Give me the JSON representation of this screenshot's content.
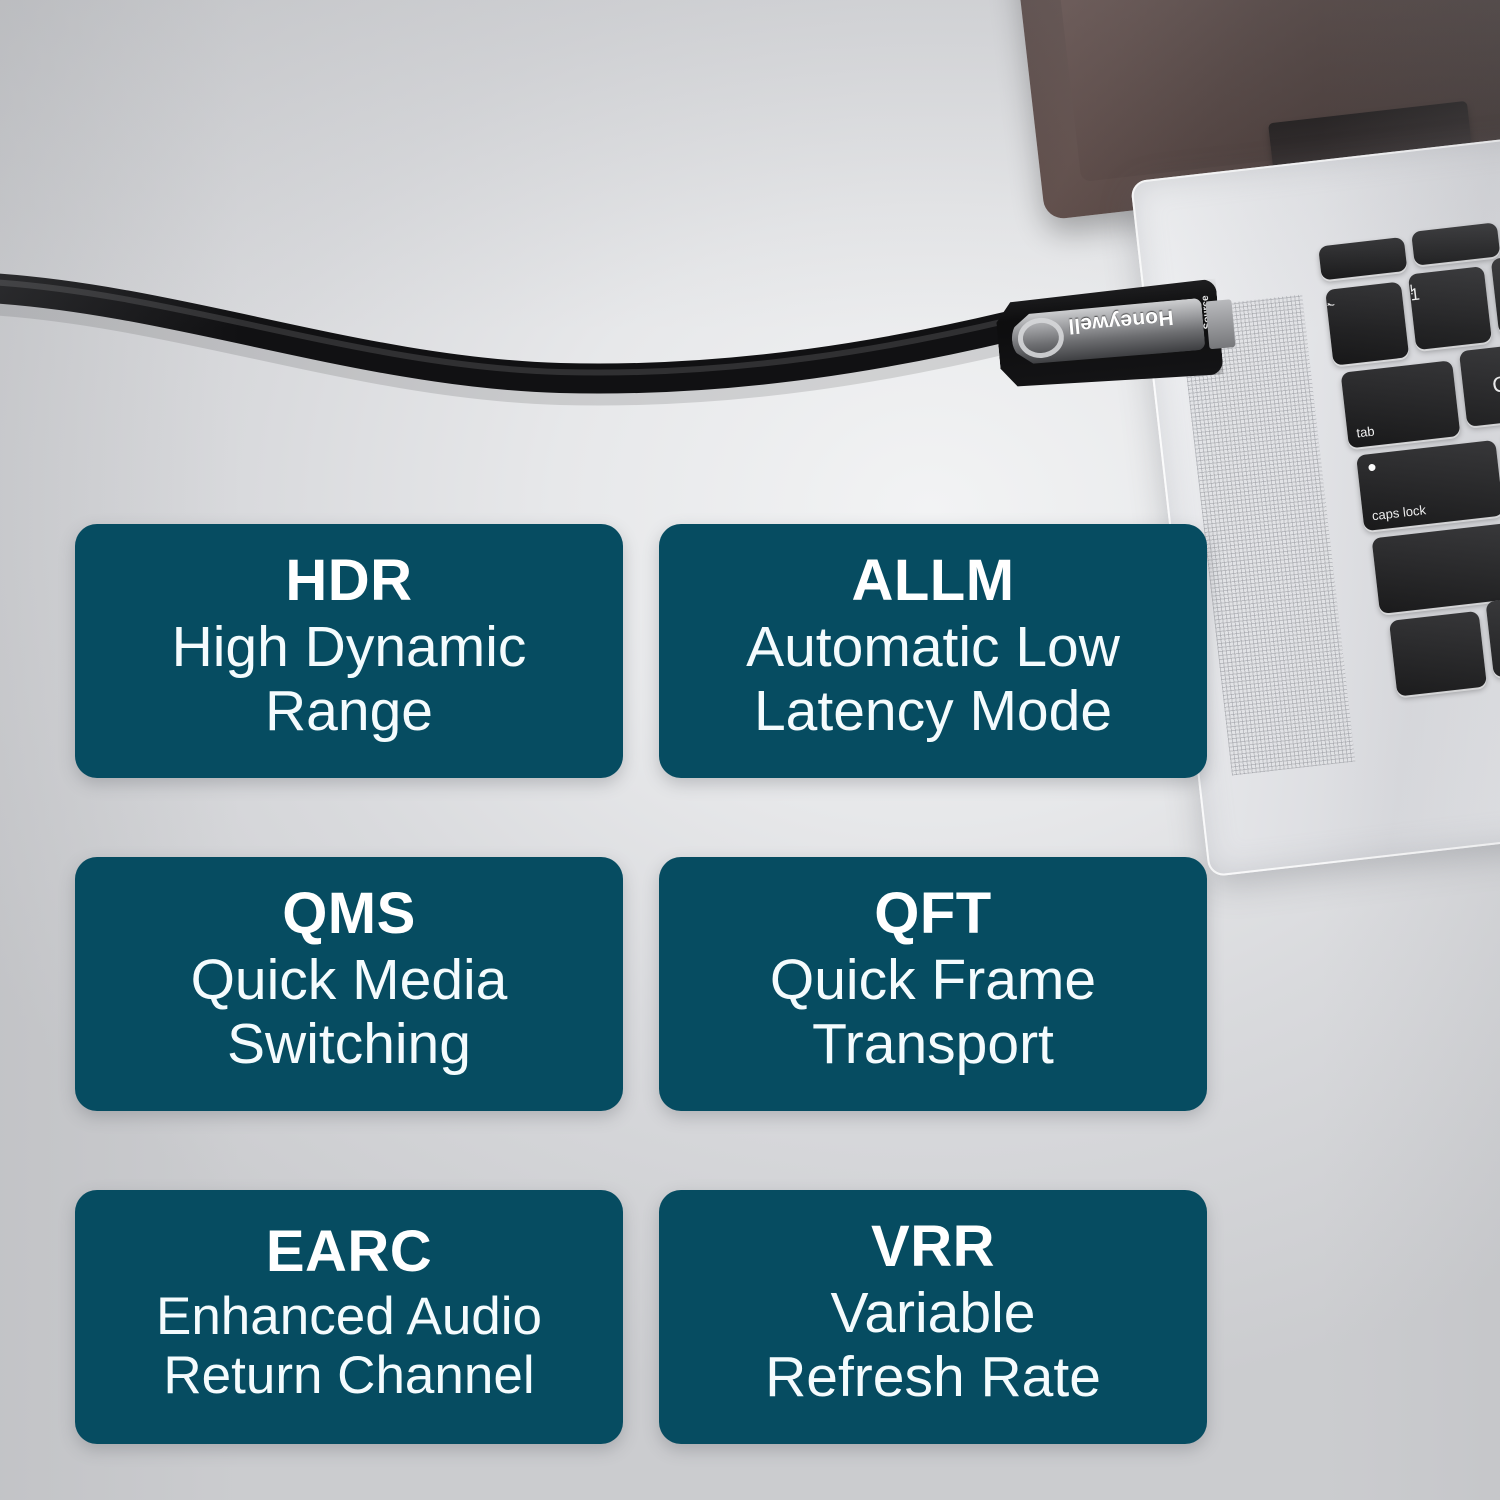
{
  "scene": {
    "background_color": "#dcdde0",
    "accent_color": "#064c61",
    "text_color": "#ffffff"
  },
  "product": {
    "brand": "Honeywell",
    "connector_port_label": "Source"
  },
  "laptop": {
    "keys": [
      {
        "name": "tilde-key",
        "top_legend": "~",
        "bottom_legend": "`"
      },
      {
        "name": "one-key",
        "top_legend": "!",
        "bottom_legend": "1"
      },
      {
        "name": "tab-key",
        "label": "tab"
      },
      {
        "name": "caps-lock-key",
        "label": "caps lock"
      },
      {
        "name": "q-key",
        "label": "Q"
      }
    ]
  },
  "features": [
    {
      "abbr": "HDR",
      "desc": "High Dynamic\nRange",
      "size": "lg"
    },
    {
      "abbr": "ALLM",
      "desc": "Automatic Low\nLatency Mode",
      "size": "lg"
    },
    {
      "abbr": "QMS",
      "desc": "Quick Media\nSwitching",
      "size": "lg"
    },
    {
      "abbr": "QFT",
      "desc": "Quick Frame\nTransport",
      "size": "lg"
    },
    {
      "abbr": "EARC",
      "desc": "Enhanced Audio\nReturn Channel",
      "size": "sm"
    },
    {
      "abbr": "VRR",
      "desc": "Variable\nRefresh Rate",
      "size": "lg"
    }
  ]
}
